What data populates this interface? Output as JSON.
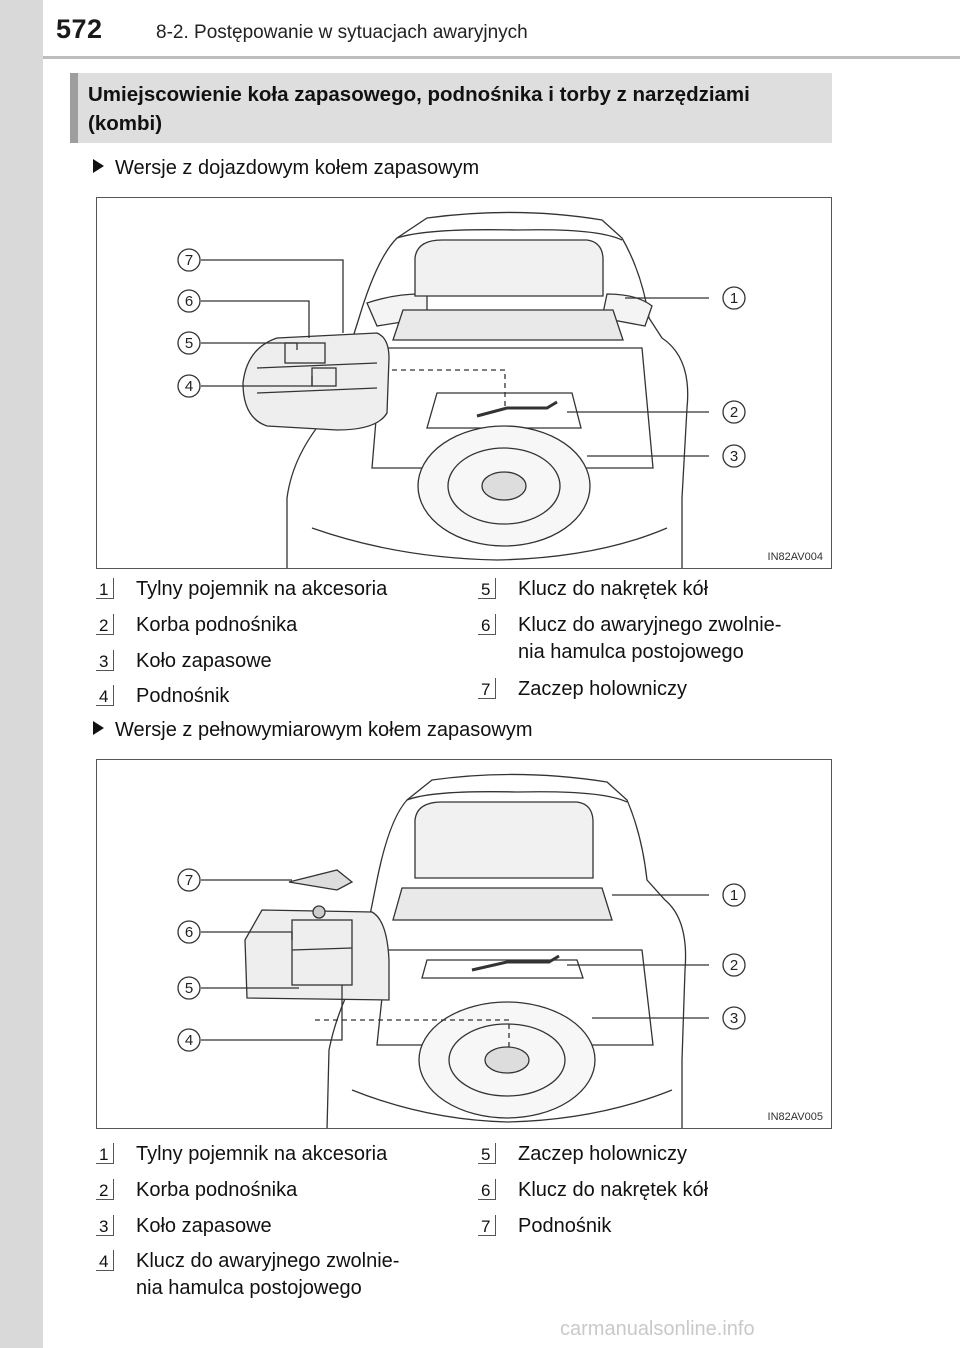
{
  "header": {
    "page_number": "572",
    "section": "8-2. Postępowanie w sytuacjach awaryjnych"
  },
  "title": "Umiejscowienie koła zapasowego, podnośnika i torby z narzędziami (kombi)",
  "sections": [
    {
      "heading": "Wersje z dojazdowym kołem zapasowym",
      "figure_code": "IN82AV004",
      "callouts": [
        "7",
        "6",
        "5",
        "4",
        "1",
        "2",
        "3"
      ],
      "legend": [
        {
          "num": "1",
          "text": "Tylny pojemnik na akcesoria"
        },
        {
          "num": "2",
          "text": "Korba podnośnika"
        },
        {
          "num": "3",
          "text": "Koło zapasowe"
        },
        {
          "num": "4",
          "text": "Podnośnik"
        },
        {
          "num": "5",
          "text": "Klucz do nakrętek kół"
        },
        {
          "num": "6",
          "text_line1": "Klucz do awaryjnego zwolnie-",
          "text_line2": "nia hamulca postojowego"
        },
        {
          "num": "7",
          "text": "Zaczep holowniczy"
        }
      ]
    },
    {
      "heading": "Wersje z pełnowymiarowym kołem zapasowym",
      "figure_code": "IN82AV005",
      "callouts": [
        "7",
        "6",
        "5",
        "4",
        "1",
        "2",
        "3"
      ],
      "legend": [
        {
          "num": "1",
          "text": "Tylny pojemnik na akcesoria"
        },
        {
          "num": "2",
          "text": "Korba podnośnika"
        },
        {
          "num": "3",
          "text": "Koło zapasowe"
        },
        {
          "num": "4",
          "text_line1": "Klucz do awaryjnego zwolnie-",
          "text_line2": "nia hamulca postojowego"
        },
        {
          "num": "5",
          "text": "Zaczep holowniczy"
        },
        {
          "num": "6",
          "text": "Klucz do nakrętek kół"
        },
        {
          "num": "7",
          "text": "Podnośnik"
        }
      ]
    }
  ],
  "watermark": "carmanualsonline.info"
}
